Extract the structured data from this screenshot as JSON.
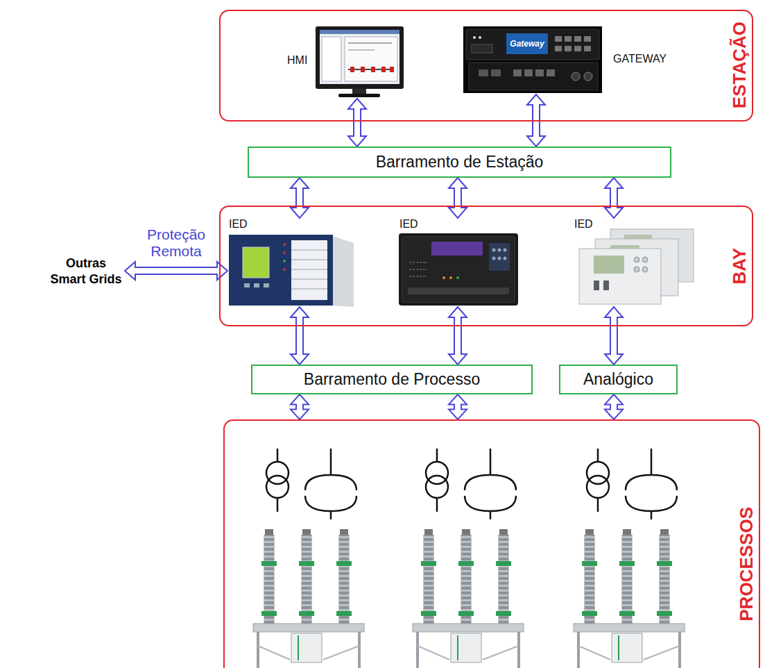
{
  "diagram": {
    "nodes": [
      {
        "text": [
          "ESTAÇÃO"
        ]
      },
      {
        "text": [
          "HMI"
        ],
        "in": 0
      },
      {
        "text": [
          "GATEWAY"
        ],
        "in": 0
      },
      {
        "text": [
          "Barramento de Estação"
        ]
      },
      {
        "text": [
          "BAY"
        ]
      },
      {
        "text": [
          "IED"
        ],
        "in": 4
      },
      {
        "text": [
          "IED"
        ],
        "in": 4
      },
      {
        "text": [
          "IED"
        ],
        "in": 4
      },
      {
        "text": [
          "Outras Smart Grids"
        ]
      },
      {
        "text": [
          "Barramento de Processo"
        ]
      },
      {
        "text": [
          "Analógico"
        ]
      },
      {
        "text": [
          "PROCESSOS"
        ]
      }
    ],
    "edges": [
      {
        "from": 1,
        "to": 3,
        "arrow": "both"
      },
      {
        "from": 2,
        "to": 3,
        "arrow": "both"
      },
      {
        "from": 3,
        "to": 5,
        "arrow": "both"
      },
      {
        "from": 3,
        "to": 6,
        "arrow": "both"
      },
      {
        "from": 3,
        "to": 7,
        "arrow": "both"
      },
      {
        "from": 8,
        "to": 5,
        "label": "Proteção Remota",
        "arrow": "both"
      },
      {
        "from": 5,
        "to": 9,
        "arrow": "both"
      },
      {
        "from": 6,
        "to": 9,
        "arrow": "both"
      },
      {
        "from": 7,
        "to": 10,
        "arrow": "both"
      },
      {
        "from": 9,
        "to": 11,
        "arrow": "both"
      },
      {
        "from": 9,
        "to": 11,
        "arrow": "both"
      },
      {
        "from": 10,
        "to": 11,
        "arrow": "both"
      }
    ],
    "labels": [
      "Gateway"
    ]
  }
}
